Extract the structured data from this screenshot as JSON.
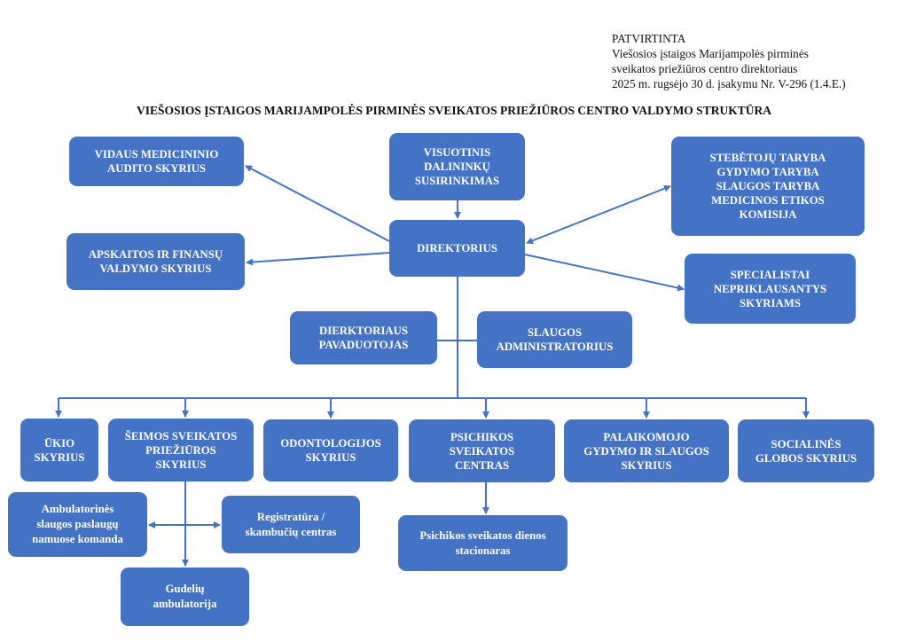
{
  "approval": {
    "lines": [
      "PATVIRTINTA",
      "Viešosios įstaigos Marijampolės pirminės",
      "sveikatos priežiūros centro direktoriaus",
      "2025 m. rugsėjo 30 d. įsakymu Nr. V-296 (1.4.E.)"
    ]
  },
  "title": "VIEŠOSIOS ĮSTAIGOS MARIJAMPOLĖS PIRMINĖS SVEIKATOS PRIEŽIŪROS CENTRO VALDYMO STRUKTŪRA",
  "colors": {
    "box_fill": "#4472c4",
    "box_text": "#ffffff",
    "connector": "#4472c4"
  },
  "nodes": {
    "vidaus_auditas": "VIDAUS MEDICININIO AUDITO SKYRIUS",
    "visuotinis": "VISUOTINIS DALININKŲ SUSIRINKIMAS",
    "tarybos": "STEBĖTOJŲ TARYBA GYDYMO TARYBA SLAUGOS TARYBA MEDICINOS ETIKOS KOMISIJA",
    "direktorius": "DIREKTORIUS",
    "apskaita": "APSKAITOS IR FINANSŲ VALDYMO SKYRIUS",
    "specialistai": "SPECIALISTAI NEPRIKLAUSANTYS SKYRIAMS",
    "pavaduotojas": "DIERKTORIAUS PAVADUOTOJAS",
    "slaugos_admin": "SLAUGOS ADMINISTRATORIUS",
    "ukio": "ŪKIO SKYRIUS",
    "seimos": "ŠEIMOS SVEIKATOS PRIEŽIŪROS SKYRIUS",
    "odontologijos": "ODONTOLOGIJOS SKYRIUS",
    "psichikos": "PSICHIKOS SVEIKATOS CENTRAS",
    "palaikomojo": "PALAIKOMOJO GYDYMO IR SLAUGOS SKYRIUS",
    "socialines": "SOCIALINĖS GLOBOS SKYRIUS",
    "ambulatorines": "Ambulatorinės slaugos paslaugų namuose komanda",
    "registratura": "Registratūra / skambučių centras",
    "psich_stacionaras": "Psichikos sveikatos dienos stacionaras",
    "gudeliu": "Gudelių ambulatorija"
  },
  "node_lines": {
    "vidaus_auditas": [
      "VIDAUS MEDICININIO",
      "AUDITO SKYRIUS"
    ],
    "visuotinis": [
      "VISUOTINIS",
      "DALININKŲ",
      "SUSIRINKIMAS"
    ],
    "tarybos": [
      "STEBĖTOJŲ TARYBA",
      "GYDYMO TARYBA",
      "SLAUGOS TARYBA",
      "MEDICINOS ETIKOS",
      "KOMISIJA"
    ],
    "direktorius": [
      "DIREKTORIUS"
    ],
    "apskaita": [
      "APSKAITOS IR FINANSŲ",
      "VALDYMO SKYRIUS"
    ],
    "specialistai": [
      "SPECIALISTAI",
      "NEPRIKLAUSANTYS",
      "SKYRIAMS"
    ],
    "pavaduotojas": [
      "DIERKTORIAUS",
      "PAVADUOTOJAS"
    ],
    "slaugos_admin": [
      "SLAUGOS",
      "ADMINISTRATORIUS"
    ],
    "ukio": [
      "ŪKIO",
      "SKYRIUS"
    ],
    "seimos": [
      "ŠEIMOS SVEIKATOS",
      "PRIEŽIŪROS",
      "SKYRIUS"
    ],
    "odontologijos": [
      "ODONTOLOGIJOS",
      "SKYRIUS"
    ],
    "psichikos": [
      "PSICHIKOS",
      "SVEIKATOS",
      "CENTRAS"
    ],
    "palaikomojo": [
      "PALAIKOMOJO",
      "GYDYMO IR SLAUGOS",
      "SKYRIUS"
    ],
    "socialines": [
      "SOCIALINĖS",
      "GLOBOS SKYRIUS"
    ],
    "ambulatorines": [
      "Ambulatorinės",
      "slaugos paslaugų",
      "namuose komanda"
    ],
    "registratura": [
      "Registratūra /",
      "skambučių centras"
    ],
    "psich_stacionaras": [
      "Psichikos sveikatos dienos",
      "stacionaras"
    ],
    "gudeliu": [
      "Gudelių",
      "ambulatorija"
    ]
  },
  "edges": [
    {
      "from": "visuotinis",
      "to": "direktorius",
      "type": "arrow"
    },
    {
      "from": "direktorius",
      "to": "vidaus_auditas",
      "type": "arrow"
    },
    {
      "from": "direktorius",
      "to": "apskaita",
      "type": "arrow"
    },
    {
      "from": "direktorius",
      "to": "tarybos",
      "type": "bidirectional"
    },
    {
      "from": "direktorius",
      "to": "specialistai",
      "type": "arrow"
    },
    {
      "from": "direktorius",
      "to": "pavaduotojas",
      "type": "line"
    },
    {
      "from": "direktorius",
      "to": "slaugos_admin",
      "type": "line"
    },
    {
      "from": "direktorius",
      "to": "ukio",
      "type": "arrow"
    },
    {
      "from": "direktorius",
      "to": "seimos",
      "type": "arrow"
    },
    {
      "from": "direktorius",
      "to": "odontologijos",
      "type": "arrow"
    },
    {
      "from": "direktorius",
      "to": "psichikos",
      "type": "arrow"
    },
    {
      "from": "direktorius",
      "to": "palaikomojo",
      "type": "arrow"
    },
    {
      "from": "direktorius",
      "to": "socialines",
      "type": "arrow"
    },
    {
      "from": "seimos",
      "to": "ambulatorines",
      "type": "bidirectional"
    },
    {
      "from": "seimos",
      "to": "registratura",
      "type": "bidirectional"
    },
    {
      "from": "seimos",
      "to": "gudeliu",
      "type": "arrow"
    },
    {
      "from": "psichikos",
      "to": "psich_stacionaras",
      "type": "arrow"
    }
  ]
}
